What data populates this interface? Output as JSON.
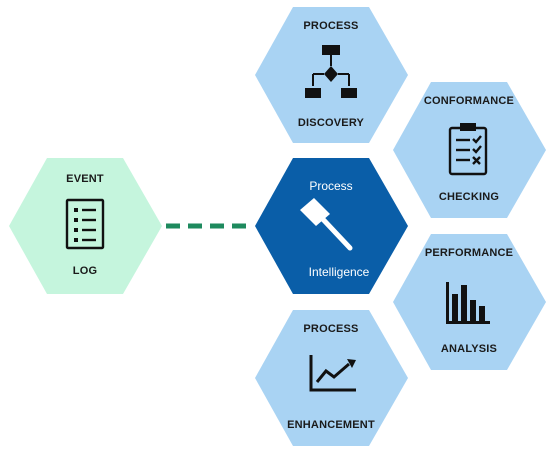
{
  "center": {
    "line1": "Process",
    "line2": "Intelligence",
    "icon": "hammer-icon",
    "color": "#0a5ea8"
  },
  "event_log": {
    "line1": "EVENT",
    "line2": "LOG",
    "icon": "document-list-icon",
    "color": "#c5f5dd"
  },
  "process_discovery": {
    "line1": "PROCESS",
    "line2": "DISCOVERY",
    "icon": "flowchart-icon"
  },
  "conformance_checking": {
    "line1": "CONFORMANCE",
    "line2": "CHECKING",
    "icon": "clipboard-checklist-icon"
  },
  "performance_analysis": {
    "line1": "PERFORMANCE",
    "line2": "ANALYSIS",
    "icon": "bar-chart-icon"
  },
  "process_enhancement": {
    "line1": "PROCESS",
    "line2": "ENHANCEMENT",
    "icon": "trend-chart-icon"
  },
  "colors": {
    "hex_light_blue": "#a9d3f3",
    "connector": "#1e8a5e"
  }
}
